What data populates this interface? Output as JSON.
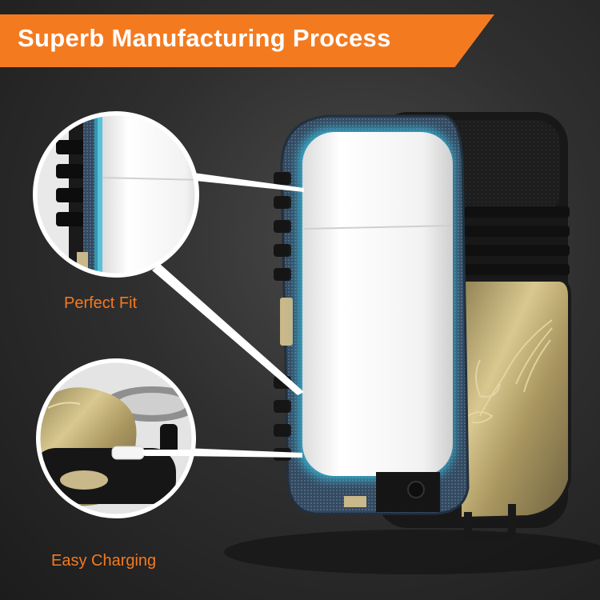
{
  "banner": {
    "title": "Superb Manufacturing Process"
  },
  "callouts": [
    {
      "label": "Perfect Fit"
    },
    {
      "label": "Easy Charging"
    }
  ],
  "colors": {
    "accent": "#f47a20",
    "background": "#2f2f2f",
    "case_black": "#1b1b1b",
    "case_blue_mesh": "#3d5670",
    "case_gold": "#bfa970",
    "airpods_white": "#f4f4f4",
    "inner_glow": "#37b6d6"
  },
  "icons": [
    "eagle-emblem-icon",
    "usb-cable-icon"
  ]
}
